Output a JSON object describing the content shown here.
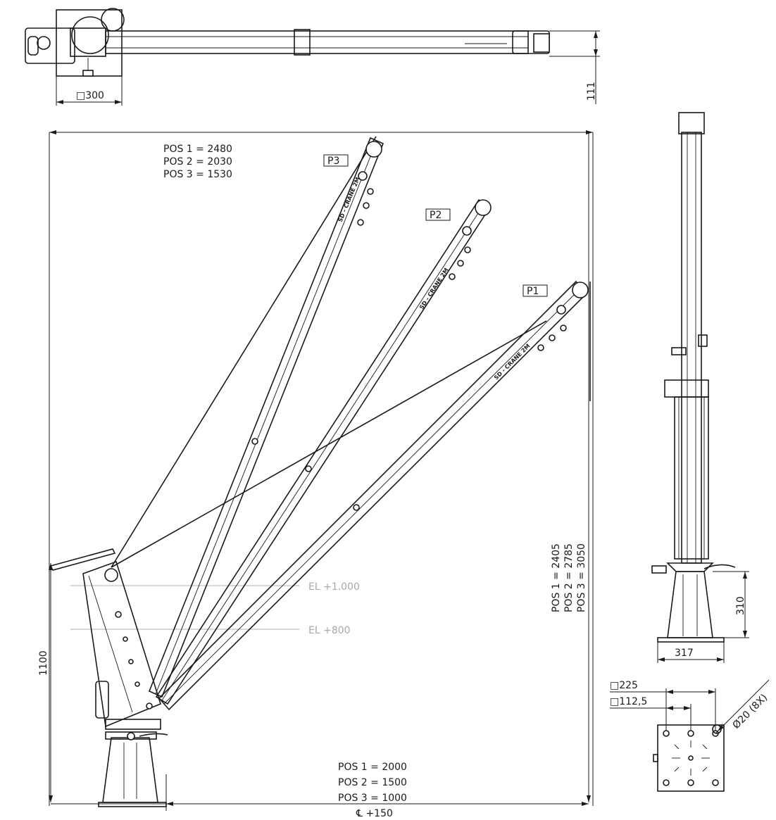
{
  "top_view": {
    "square_label": "□300",
    "height_label": "111"
  },
  "front_view": {
    "pos_width": [
      "POS 1 = 2480",
      "POS 2 = 2030",
      "POS 3 = 1530"
    ],
    "pos_height": [
      "POS 1 = 2405",
      "POS 2 = 2785",
      "POS 3 = 3050"
    ],
    "pos_reach": [
      "POS 1 = 2000",
      "POS 2 = 1500",
      "POS 3 = 1000"
    ],
    "centerline_label": "℄ +150",
    "height_label": "1100",
    "elevation_labels": [
      "EL +1.000",
      "EL +800"
    ],
    "position_tags": [
      "P1",
      "P2",
      "P3"
    ],
    "boom_text": "SD - CRANE 2M"
  },
  "side_view": {
    "height_label": "310",
    "width_label": "317"
  },
  "base_plate": {
    "outer_square": "□225",
    "inner_square": "□112,5",
    "hole_label": "Ø20 (8X)"
  }
}
